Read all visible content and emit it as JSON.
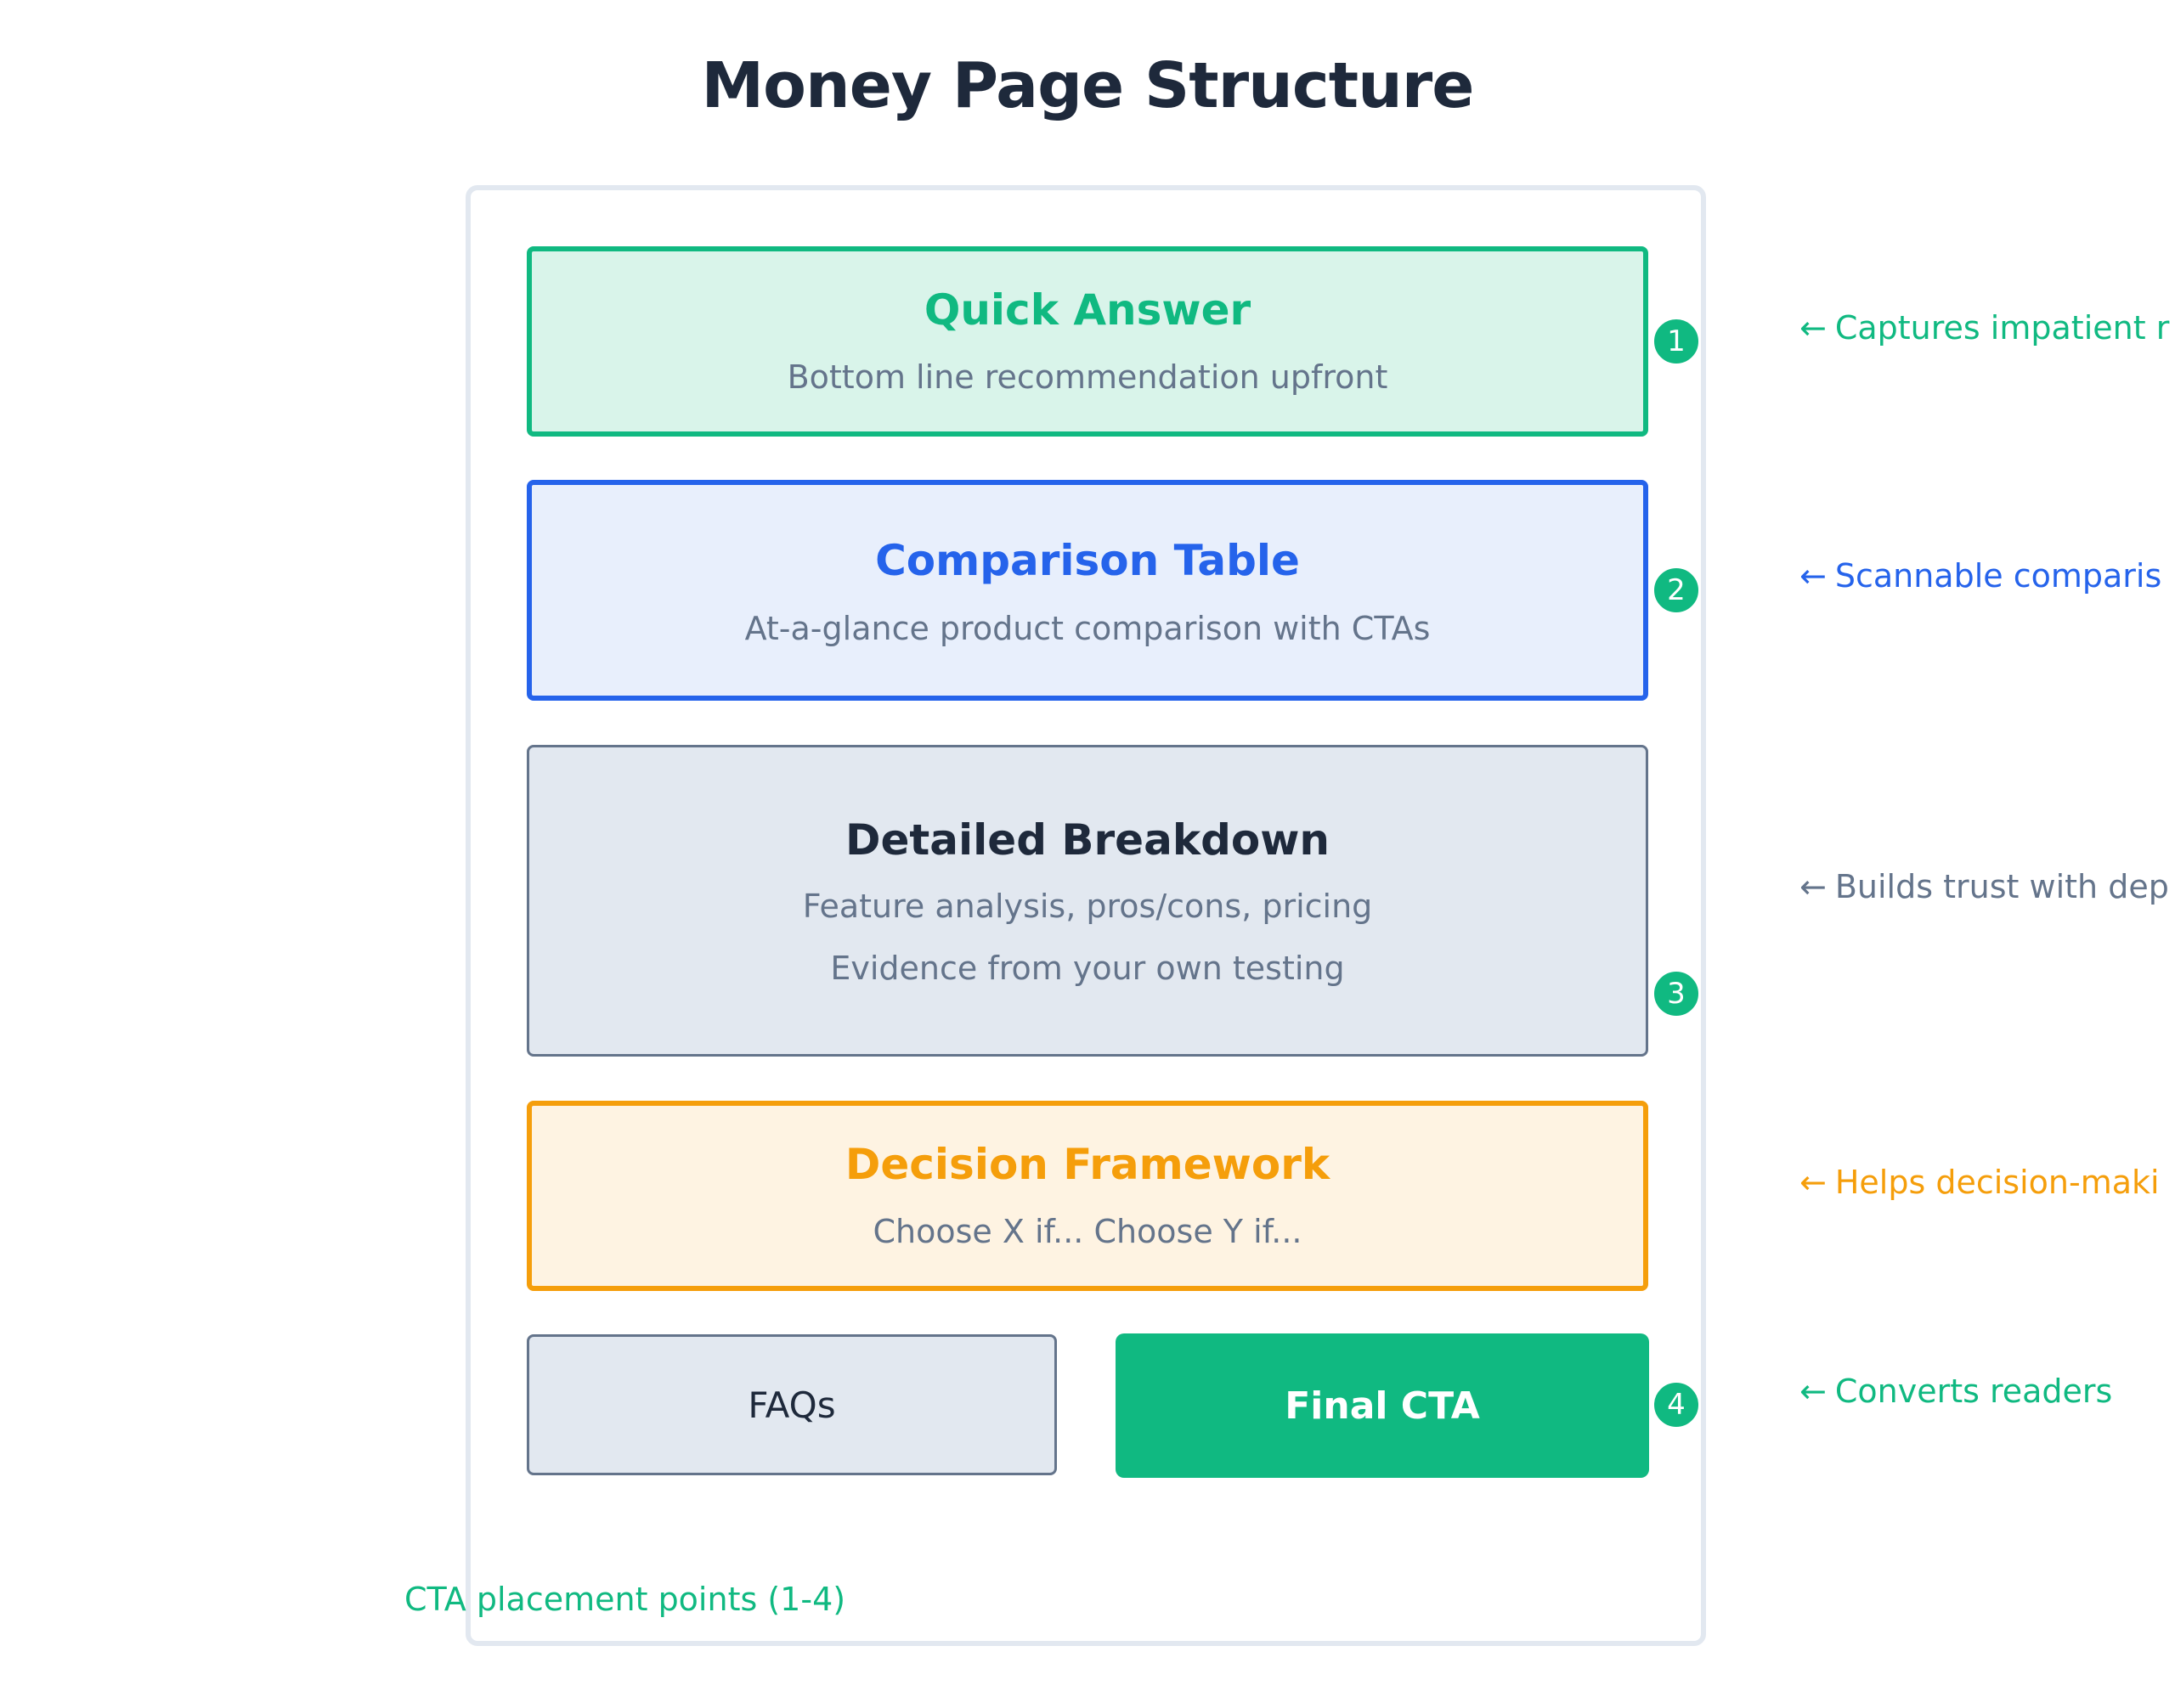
{
  "title": "Money Page Structure",
  "colors": {
    "green": "#10b981",
    "blue": "#2563eb",
    "slate": "#64748b",
    "orange": "#f59e0b",
    "dark": "#1e293b"
  },
  "sections": {
    "quick_answer": {
      "title": "Quick Answer",
      "subtitle": "Bottom line recommendation upfront"
    },
    "comparison_table": {
      "title": "Comparison Table",
      "subtitle": "At-a-glance product comparison with CTAs"
    },
    "detailed_breakdown": {
      "title": "Detailed Breakdown",
      "subtitle_1": "Feature analysis, pros/cons, pricing",
      "subtitle_2": "Evidence from your own testing"
    },
    "decision_framework": {
      "title": "Decision Framework",
      "subtitle": "Choose X if... Choose Y if..."
    },
    "faqs": {
      "title": "FAQs"
    },
    "final_cta": {
      "title": "Final CTA"
    }
  },
  "badges": [
    "1",
    "2",
    "3",
    "4"
  ],
  "notes": {
    "arrow": "←",
    "quick_answer": "Captures impatient r",
    "comparison_table": "Scannable comparis",
    "detailed_breakdown": "Builds trust with dep",
    "decision_framework": "Helps decision-maki",
    "final_cta": "Converts readers"
  },
  "legend": "CTA placement points (1-4)"
}
